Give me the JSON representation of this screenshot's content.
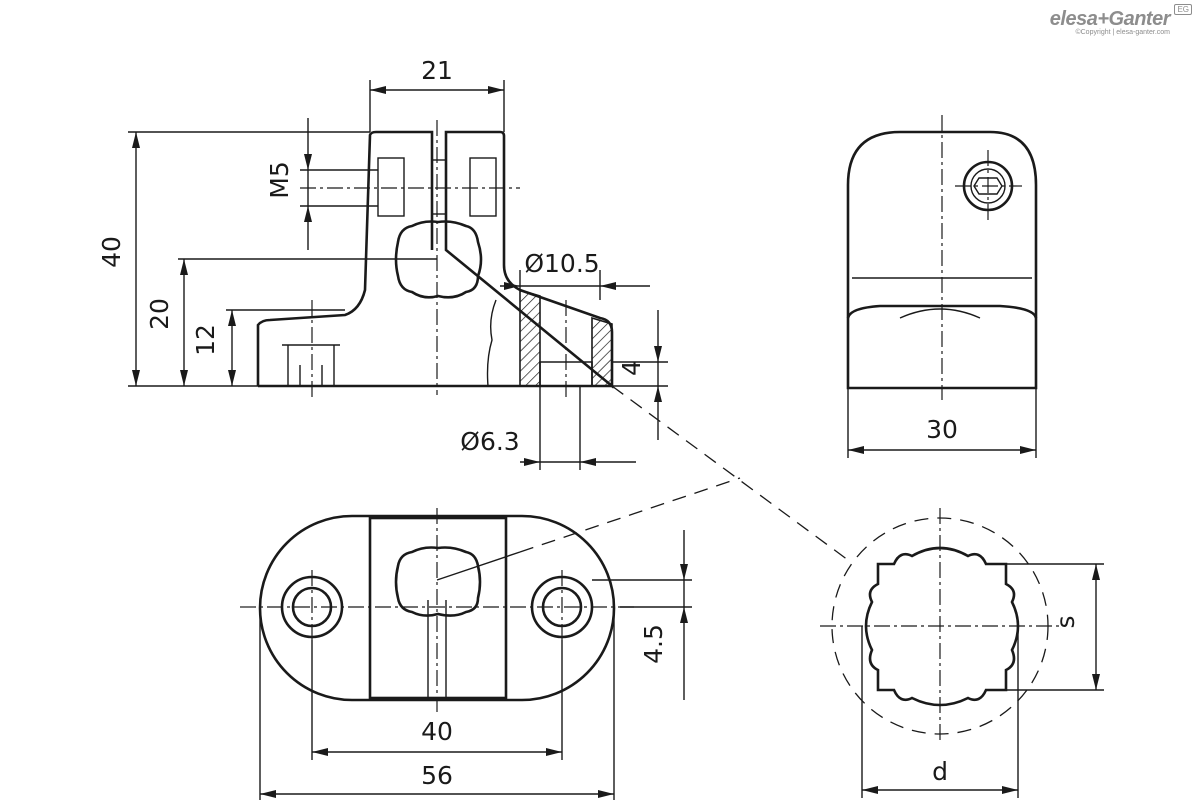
{
  "brand": {
    "name": "elesa+Ganter",
    "copyright": "©Copyright | elesa-ganter.com",
    "badge": "EG"
  },
  "dimensions": {
    "width_top": "21",
    "height_total": "40",
    "height_axis": "20",
    "height_base": "12",
    "thread": "M5",
    "hole_counterbore": "Ø10.5",
    "hole_diameter": "Ø6.3",
    "base_thickness": "4",
    "side_width": "30",
    "hole_pitch": "40",
    "base_length": "56",
    "hole_offset": "4.5",
    "detail_s": "s",
    "detail_d": "d"
  }
}
